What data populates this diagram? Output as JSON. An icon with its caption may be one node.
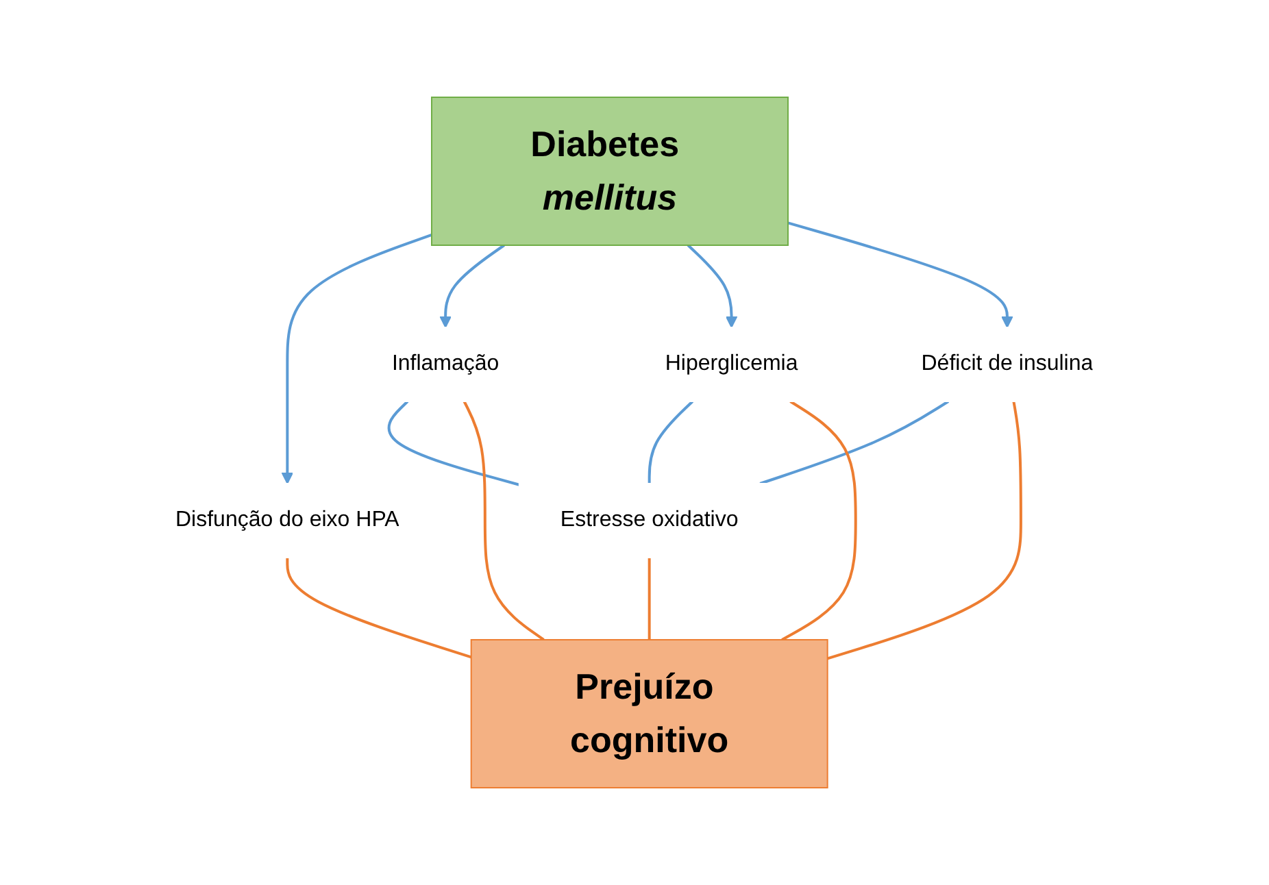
{
  "diagram": {
    "nodes": [
      {
        "text": [
          "Diabetes *mellitus*"
        ]
      },
      {
        "text": [
          "Disfunção do eixo HPA"
        ]
      },
      {
        "text": [
          "Inflamação"
        ]
      },
      {
        "text": [
          "Hiperglicemia"
        ]
      },
      {
        "text": [
          "Déficit de insulina"
        ]
      },
      {
        "text": [
          "Estresse oxidativo"
        ]
      },
      {
        "text": [
          "Prejuízo cognitivo"
        ]
      }
    ],
    "edges": [
      {
        "from": 0,
        "to": 1,
        "arrow": "to"
      },
      {
        "from": 0,
        "to": 2,
        "arrow": "to"
      },
      {
        "from": 0,
        "to": 3,
        "arrow": "to"
      },
      {
        "from": 0,
        "to": 4,
        "arrow": "to"
      },
      {
        "from": 2,
        "to": 5,
        "arrow": "none"
      },
      {
        "from": 3,
        "to": 5,
        "arrow": "none"
      },
      {
        "from": 4,
        "to": 5,
        "arrow": "none"
      },
      {
        "from": 1,
        "to": 6,
        "arrow": "none",
        "color": "#ed7d31"
      },
      {
        "from": 2,
        "to": 6,
        "arrow": "none",
        "color": "#ed7d31"
      },
      {
        "from": 3,
        "to": 6,
        "arrow": "none",
        "color": "#ed7d31"
      },
      {
        "from": 4,
        "to": 6,
        "arrow": "none",
        "color": "#ed7d31"
      },
      {
        "from": 5,
        "to": 6,
        "arrow": "none",
        "color": "#ed7d31"
      }
    ]
  }
}
